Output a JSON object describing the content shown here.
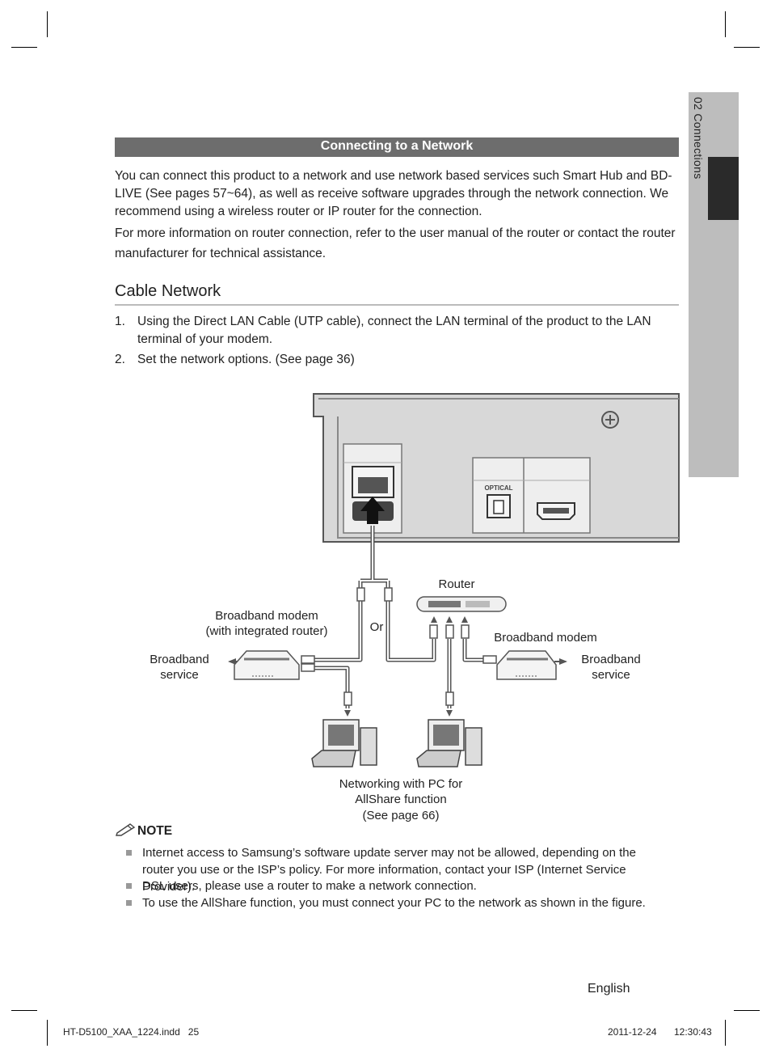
{
  "side_tab": {
    "label": "02  Connections"
  },
  "section": {
    "title": "Connecting to a Network"
  },
  "intro": {
    "p1": "You can connect this product to a network and use network based services such Smart Hub and BD-LIVE (See pages 57~64), as well as receive software upgrades through the network connection. We recommend using a wireless router or IP router for the connection.",
    "p2": "For more information on router connection, refer to the user manual of the router or contact the router manufacturer for technical assistance."
  },
  "cable_network": {
    "title": "Cable Network",
    "steps": [
      {
        "num": "1.",
        "text": "Using the Direct LAN Cable (UTP cable), connect the LAN terminal of the product to the LAN terminal of your modem."
      },
      {
        "num": "2.",
        "text": "Set the network options. (See page 36)"
      }
    ]
  },
  "diagram": {
    "port_label": "OPTICAL",
    "router": "Router",
    "modem_integrated_line1": "Broadband modem",
    "modem_integrated_line2": "(with integrated router)",
    "or": "Or",
    "broadband_modem": "Broadband modem",
    "broadband_service_left_1": "Broadband",
    "broadband_service_left_2": "service",
    "broadband_service_right_1": "Broadband",
    "broadband_service_right_2": "service",
    "pc_line1": "Networking with PC for",
    "pc_line2": "AllShare function",
    "pc_line3": "(See page 66)"
  },
  "note": {
    "title": "NOTE",
    "items": [
      "Internet access to Samsung’s software update server may not be allowed, depending on the router you use or the ISP’s policy. For more information, contact your ISP (Internet Service Provider).",
      "DSL users, please use a router to make a network connection.",
      "To use the AllShare function, you must connect your PC to the network as shown in the figure."
    ]
  },
  "footer": {
    "language": "English",
    "file": "HT-D5100_XAA_1224.indd   25",
    "date": "2011-12-24",
    "time": "12:30:43"
  }
}
